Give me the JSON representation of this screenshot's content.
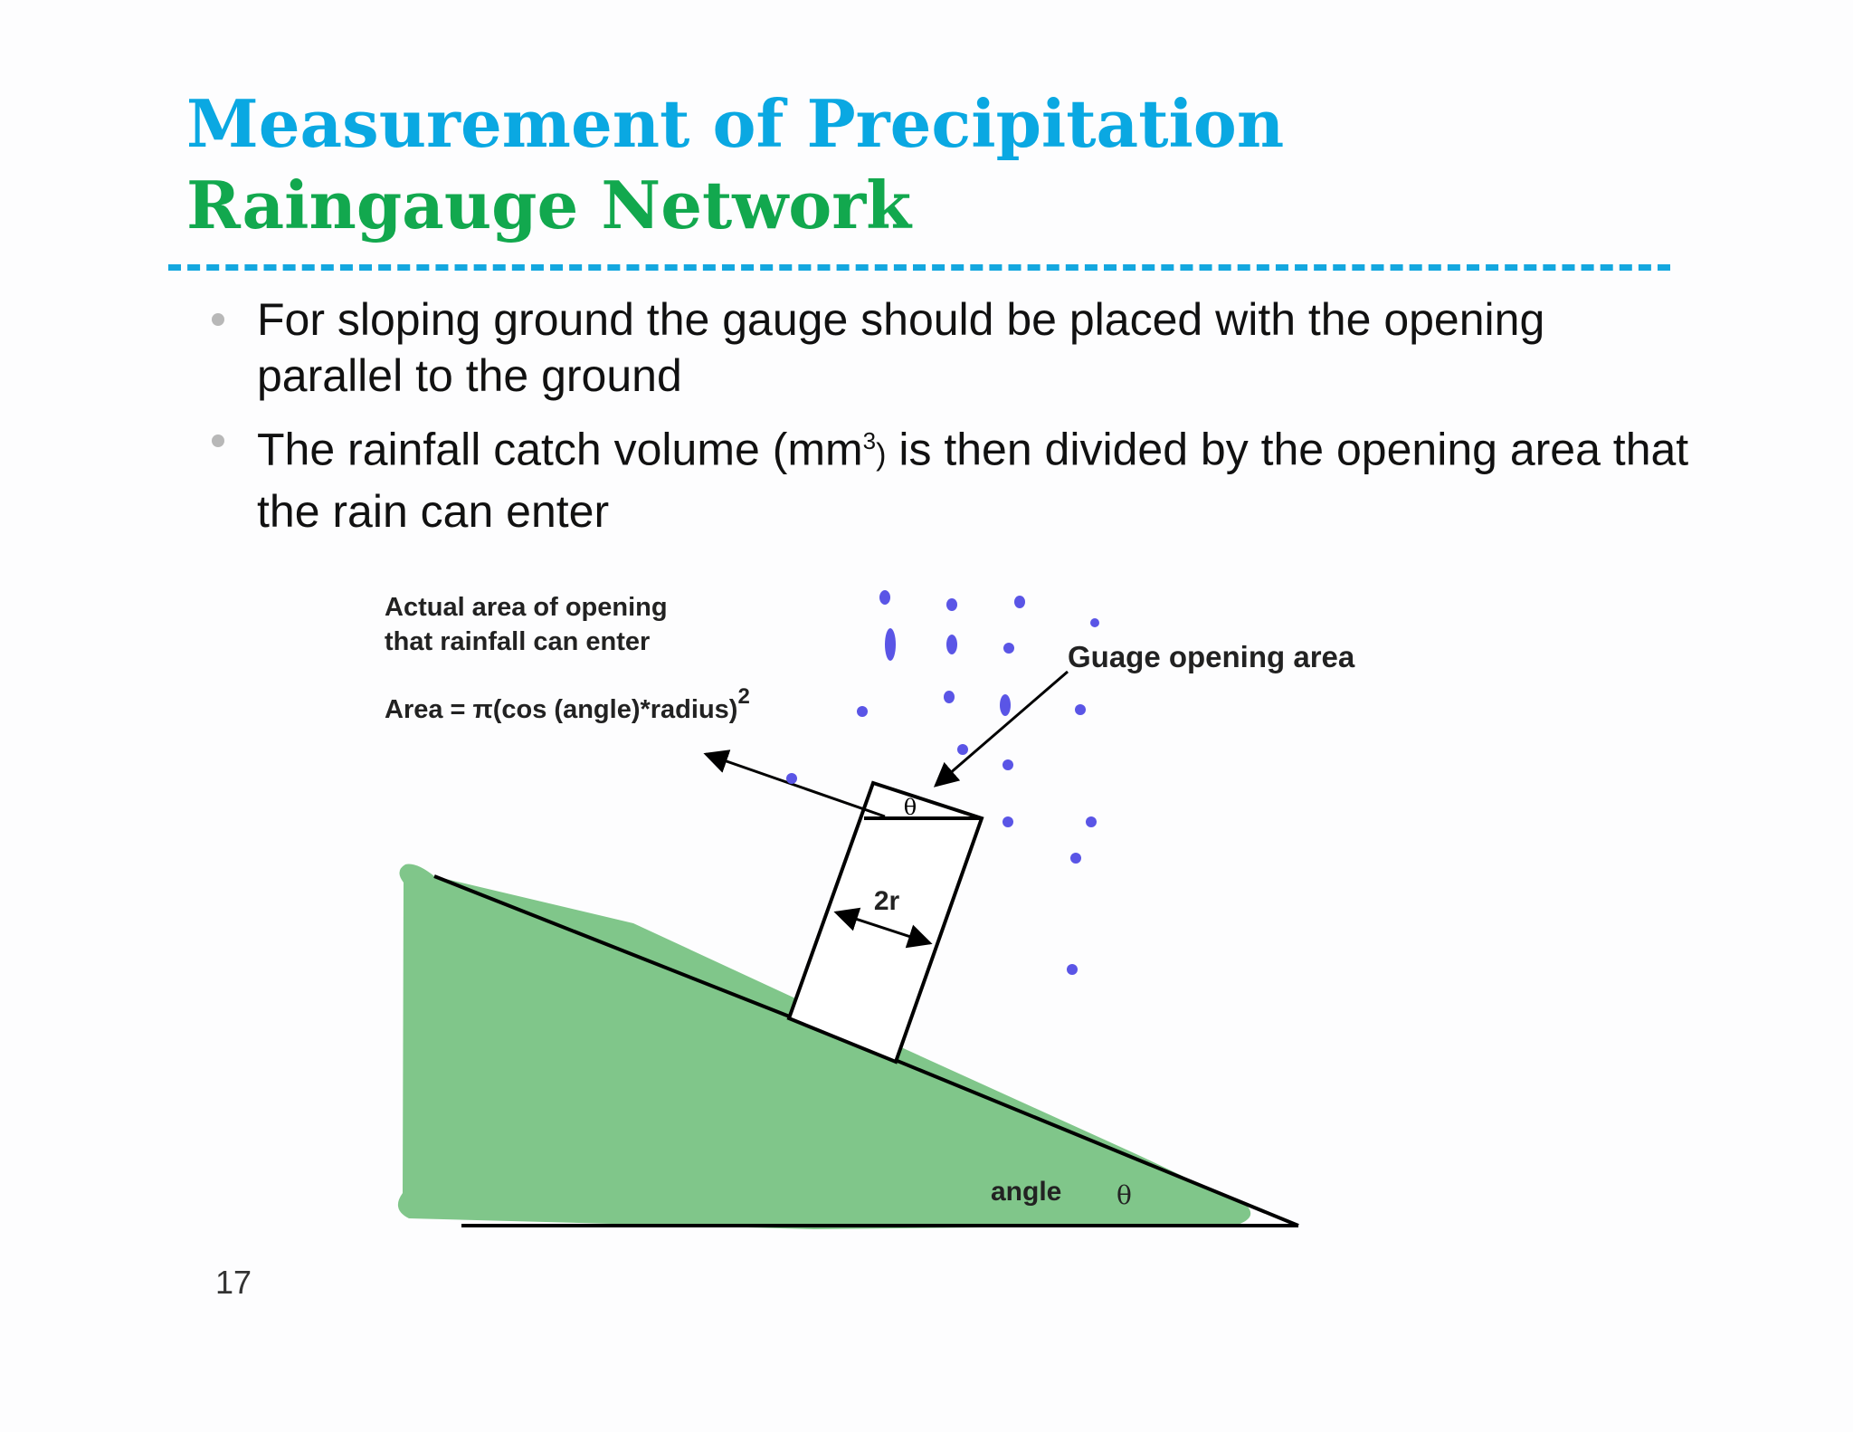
{
  "slide": {
    "title": "Measurement of Precipitation",
    "subtitle": "Raingauge Network",
    "bullets": [
      {
        "text": "For sloping ground the gauge should be placed with the opening parallel to the ground"
      },
      {
        "before": "The rainfall catch volume (mm",
        "sup": "3",
        "paren": ")",
        "after": " is then divided by the opening area that the rain can enter"
      }
    ],
    "page_number": "17"
  },
  "diagram": {
    "actual_area_line1": "Actual area of opening",
    "actual_area_line2": "that rainfall can enter",
    "area_formula": "Area = π(cos (angle)*radius)",
    "area_exponent": "2",
    "gauge_opening_label": "Guage opening area",
    "diameter_label": "2r",
    "angle_label": "angle",
    "theta_symbol": "θ",
    "colors": {
      "ground": "#80c68a",
      "raindrops": "#5a55e6",
      "lines": "#000000"
    }
  }
}
